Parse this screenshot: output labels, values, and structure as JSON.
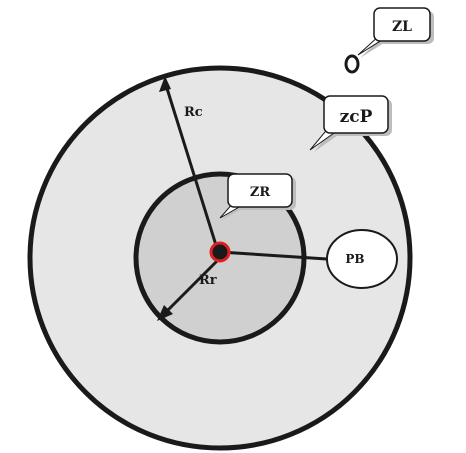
{
  "labels": {
    "zl": "ZL",
    "zcp": "zcP",
    "zr": "ZR",
    "pb": "PB",
    "rc": "Rc",
    "rr": "Rr"
  },
  "colors": {
    "outer_fill": "#e6e6e6",
    "inner_fill": "#d0d0d0",
    "stroke": "#1a1a1a",
    "center_marker": "#e02020",
    "callout_fill": "#ffffff",
    "callout_shadow": "#bdbdbd"
  }
}
